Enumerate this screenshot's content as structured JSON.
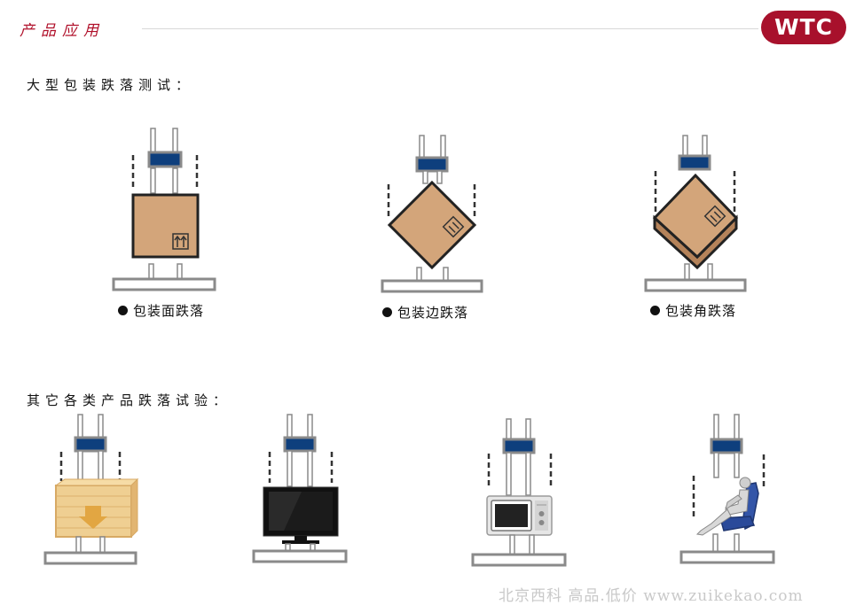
{
  "header": {
    "title": "产品应用",
    "logo_text": "WTC"
  },
  "section1": {
    "heading": "大型包装跌落测试：",
    "items": [
      {
        "caption": "包装面跌落",
        "icon": "box-face-drop-icon"
      },
      {
        "caption": "包装边跌落",
        "icon": "box-edge-drop-icon"
      },
      {
        "caption": "包装角跌落",
        "icon": "box-corner-drop-icon"
      }
    ]
  },
  "section2": {
    "heading": "其它各类产品跌落试验：",
    "items": [
      {
        "icon": "wooden-crate-drop-icon"
      },
      {
        "icon": "television-drop-icon"
      },
      {
        "icon": "microwave-drop-icon"
      },
      {
        "icon": "car-seat-drop-icon"
      }
    ]
  },
  "watermark": "北京西科 高品.低价 www.zuikekao.com",
  "colors": {
    "brand": "#a8112c",
    "box": "#d3a57a",
    "clamp": "#0e3f7d",
    "frame": "#8a8a8a"
  }
}
